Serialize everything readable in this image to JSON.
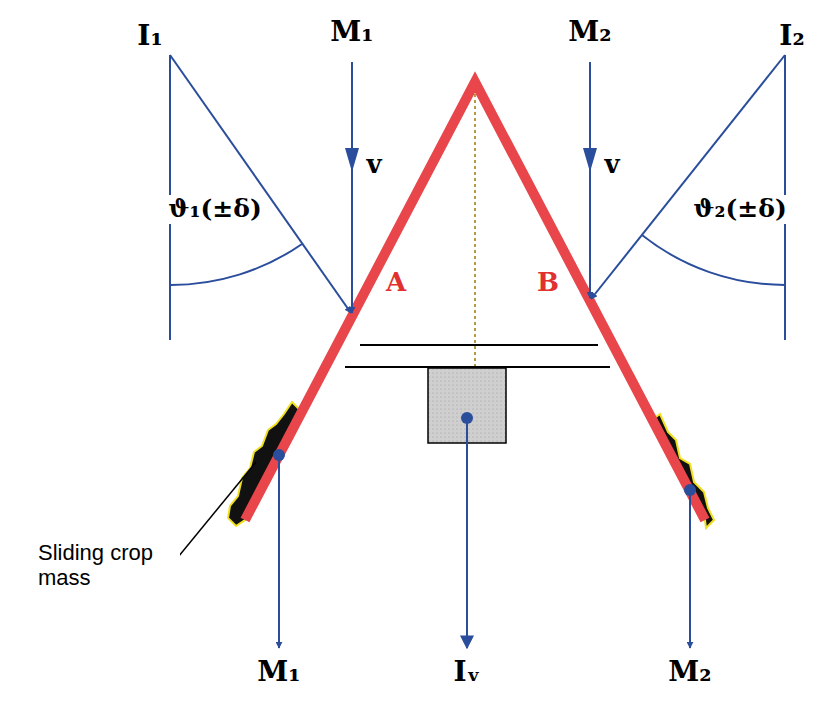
{
  "diagram": {
    "labels": [
      "M₁",
      "M₂",
      "I₁",
      "v",
      "ϑ₁(±δ)",
      "v",
      "I₂",
      "ϑ₂(±δ)",
      "A",
      "B",
      "Sliding crop mass",
      "M₁",
      "Iᵥ",
      "M₂"
    ]
  }
}
